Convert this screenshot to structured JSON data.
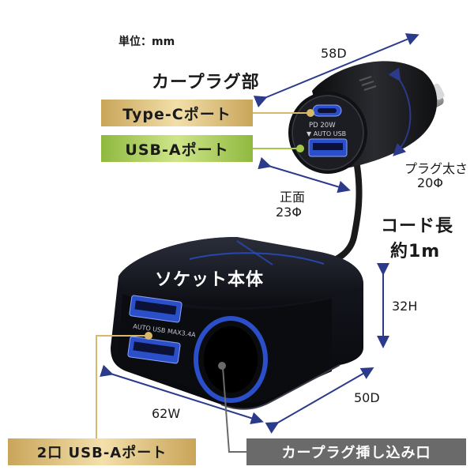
{
  "unit_label": "単位：mm",
  "plug_section_title": "カープラグ部",
  "socket_body_title": "ソケット本体",
  "badges": {
    "type_c": "Type-Cポート",
    "usb_a": "USB-Aポート",
    "dual_usb": "2口 USB-Aポート",
    "socket_inlet": "カープラグ挿し込み口"
  },
  "dimensions": {
    "plug_depth": "58D",
    "plug_diameter_label": "プラグ太さ",
    "plug_diameter_value": "20Φ",
    "front_label": "正面",
    "front_value": "23Φ",
    "cord_label": "コード長",
    "cord_value": "約1m",
    "body_height": "32H",
    "body_depth": "50D",
    "body_width": "62W"
  },
  "device_print": {
    "plug_pd": "PD 20W",
    "plug_auto": "▼ AUTO USB",
    "socket_auto": "AUTO USB MAX3.4A"
  },
  "colors": {
    "arrow": "#2c3a8c",
    "accent_blue": "#2b4fc9",
    "gold": "#d8b86a",
    "green": "#a3c94b"
  }
}
